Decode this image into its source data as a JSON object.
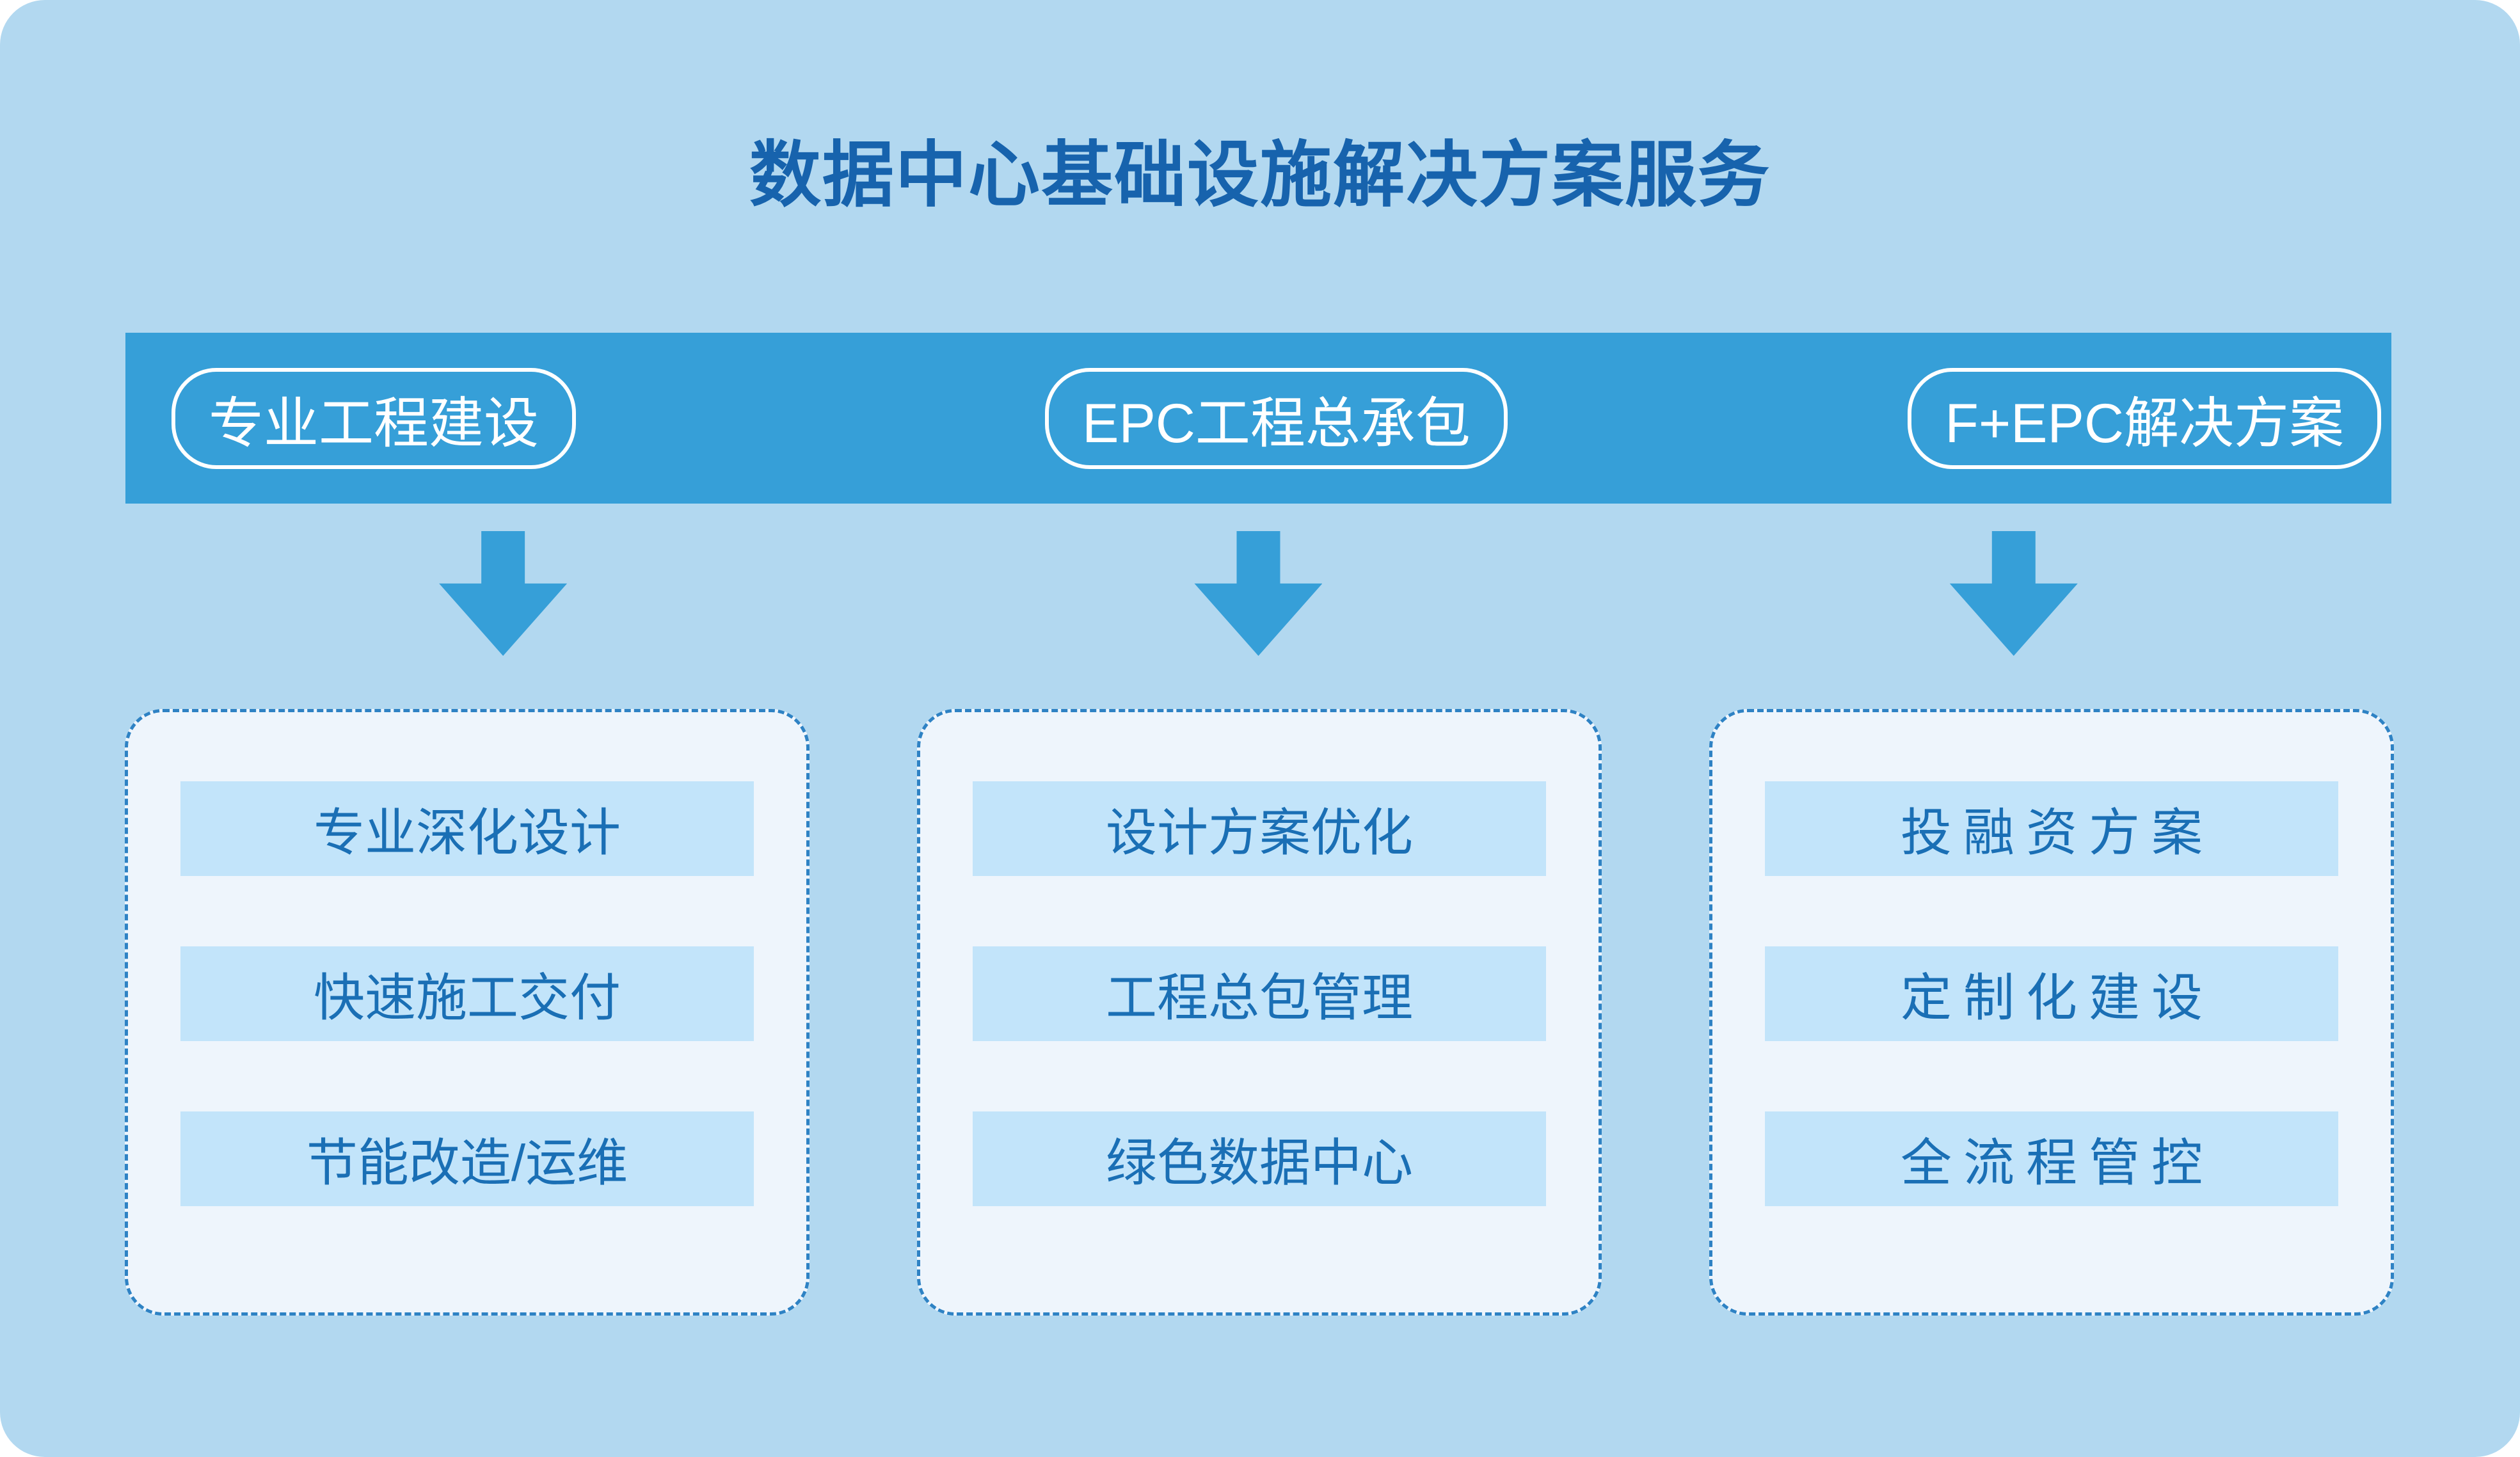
{
  "title": "数据中心基础设施解决方案服务",
  "colors": {
    "page_background": "#b2d8f0",
    "banner": "#369fd8",
    "title_text": "#1763ad",
    "pill_text": "#ffffff",
    "card_background": "#eef5fc",
    "card_border": "#2e82c4",
    "item_background": "#c2e4fa",
    "item_text": "#1a6fb5",
    "arrow": "#369fd8"
  },
  "banner": {
    "pills": [
      {
        "label": "专业工程建设"
      },
      {
        "label": "EPC工程总承包"
      },
      {
        "label": "F+EPC解决方案"
      }
    ]
  },
  "arrows": [
    {
      "icon": "arrow-down-icon"
    },
    {
      "icon": "arrow-down-icon"
    },
    {
      "icon": "arrow-down-icon"
    }
  ],
  "columns": [
    {
      "items": [
        {
          "label": "专业深化设计"
        },
        {
          "label": "快速施工交付"
        },
        {
          "label": "节能改造/运维"
        }
      ]
    },
    {
      "items": [
        {
          "label": "设计方案优化"
        },
        {
          "label": "工程总包管理"
        },
        {
          "label": "绿色数据中心"
        }
      ]
    },
    {
      "items": [
        {
          "label": "投融资方案"
        },
        {
          "label": "定制化建设"
        },
        {
          "label": "全流程管控"
        }
      ]
    }
  ]
}
